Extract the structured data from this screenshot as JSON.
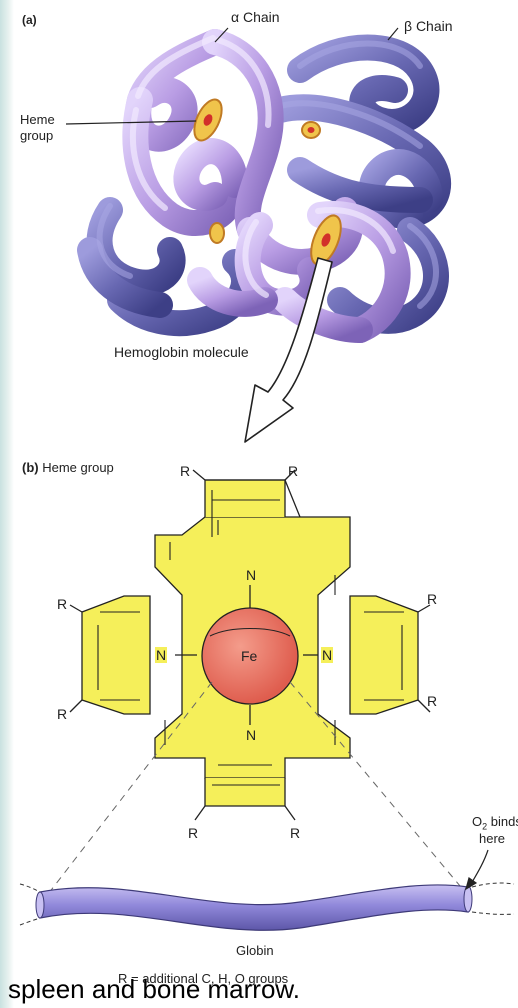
{
  "part_a": {
    "tag": "(a)",
    "alpha_chain": "α Chain",
    "beta_chain": "β Chain",
    "heme_group_line1": "Heme",
    "heme_group_line2": "group",
    "molecule_label": "Hemoglobin molecule"
  },
  "part_b": {
    "tag": "(b)",
    "title": "Heme group",
    "r": "R",
    "n": "N",
    "fe": "Fe",
    "o2_line1": "O",
    "o2_sub": "2",
    "o2_line1_rest": " binds",
    "o2_line2": "here",
    "globin": "Globin",
    "footnote": "R = additional C, H, O groups"
  },
  "caption": "spleen and bone marrow.",
  "colors": {
    "alpha_chain": "#b79ae0",
    "beta_chain": "#6f6fb8",
    "porphyrin": "#f5ef5a",
    "iron": "#e8705e",
    "globin": "#8f86d8"
  }
}
